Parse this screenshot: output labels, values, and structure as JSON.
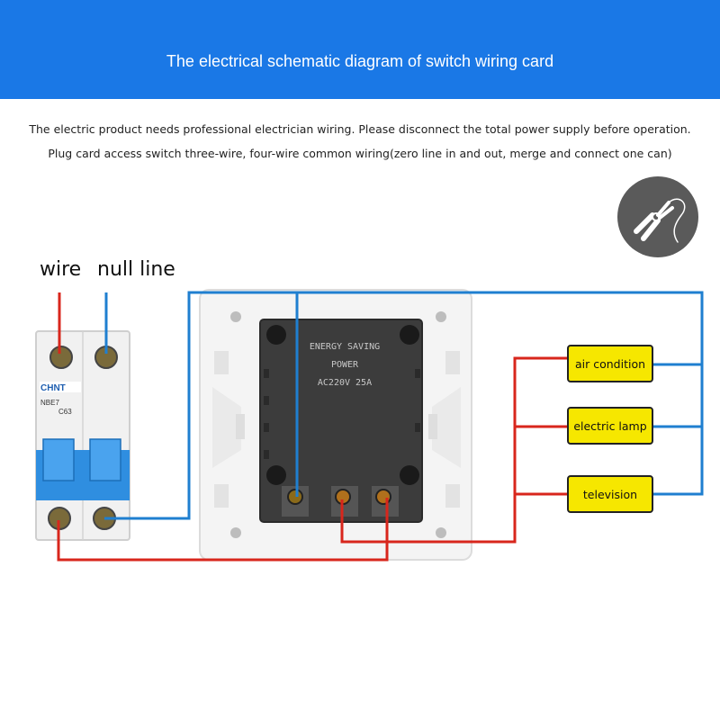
{
  "header": {
    "title": "The electrical schematic diagram of switch wiring card"
  },
  "notes": {
    "line1": "The electric product needs professional electrician wiring. Please disconnect the total power supply before operation.",
    "line2": "Plug card access switch three-wire, four-wire common wiring(zero line in and out, merge and connect one can)"
  },
  "labels": {
    "wire": "wire",
    "null_line": "null line"
  },
  "breaker": {
    "brand": "CHNT",
    "model": "NBE7",
    "rating": "C63"
  },
  "switch_panel": {
    "line1": "ENERGY SAVING",
    "line2": "POWER",
    "line3": "AC220V 25A"
  },
  "loads": {
    "air_condition": "air condition",
    "electric_lamp": "electric lamp",
    "television": "television"
  },
  "colors": {
    "banner": "#1a78e6",
    "live_wire": "#d8261c",
    "neutral_wire": "#1f7fd0",
    "load_box": "#f6e700"
  },
  "icons": {
    "tool": "pliers-icon"
  }
}
